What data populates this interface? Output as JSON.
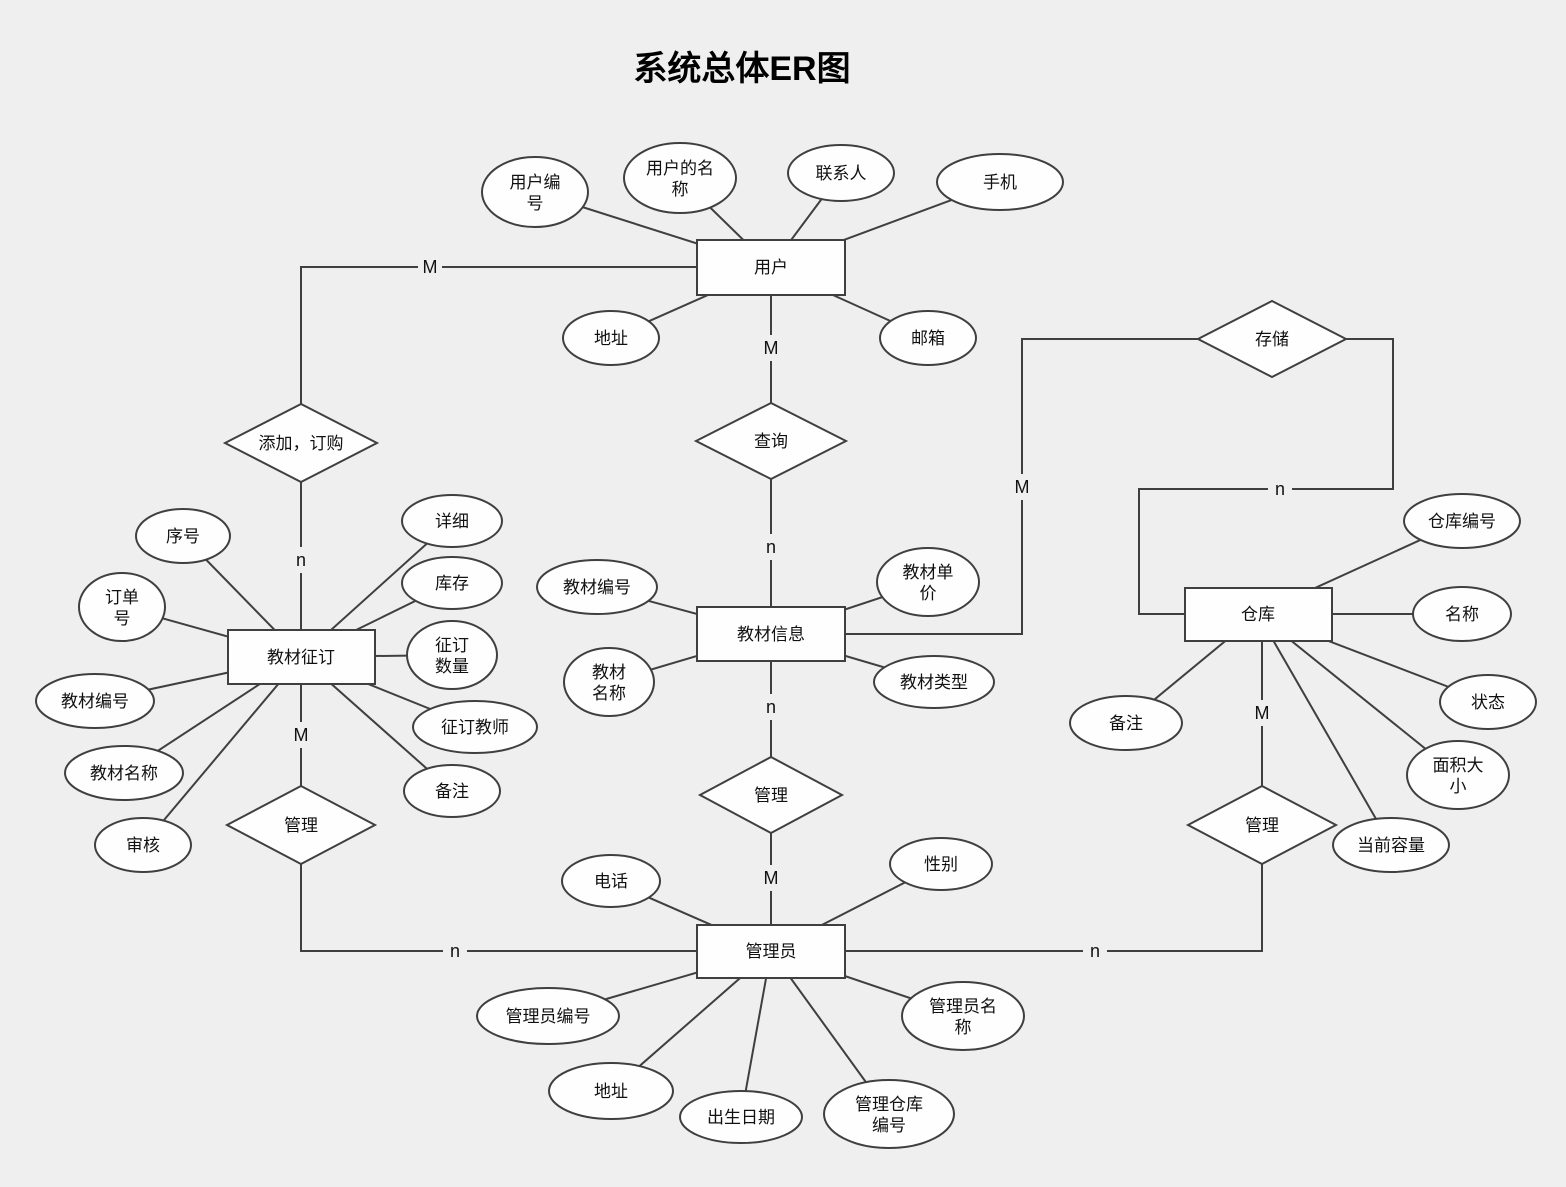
{
  "title": "系统总体ER图",
  "entities": {
    "user": "用户",
    "textbook_order": "教材征订",
    "textbook_info": "教材信息",
    "warehouse": "仓库",
    "admin": "管理员"
  },
  "relationships": {
    "add_order": "添加，订购",
    "query": "查询",
    "store": "存储",
    "manage_left": "管理",
    "manage_center": "管理",
    "manage_right": "管理"
  },
  "attributes": {
    "user_no": {
      "lines": [
        "用户编",
        "号"
      ]
    },
    "user_name": {
      "lines": [
        "用户的名",
        "称"
      ]
    },
    "contact": {
      "lines": [
        "联系人"
      ]
    },
    "mobile": {
      "lines": [
        "手机"
      ]
    },
    "user_address": {
      "lines": [
        "地址"
      ]
    },
    "email": {
      "lines": [
        "邮箱"
      ]
    },
    "serial_no": {
      "lines": [
        "序号"
      ]
    },
    "order_no": {
      "lines": [
        "订单",
        "号"
      ]
    },
    "order_textbook_no": {
      "lines": [
        "教材编号"
      ]
    },
    "order_textbook_name": {
      "lines": [
        "教材名称"
      ]
    },
    "audit": {
      "lines": [
        "审核"
      ]
    },
    "detail": {
      "lines": [
        "详细"
      ]
    },
    "stock": {
      "lines": [
        "库存"
      ]
    },
    "order_quantity": {
      "lines": [
        "征订",
        "数量"
      ]
    },
    "order_teacher": {
      "lines": [
        "征订教师"
      ]
    },
    "order_remark": {
      "lines": [
        "备注"
      ]
    },
    "info_textbook_no": {
      "lines": [
        "教材编号"
      ]
    },
    "info_textbook_name": {
      "lines": [
        "教材",
        "名称"
      ]
    },
    "textbook_price": {
      "lines": [
        "教材单",
        "价"
      ]
    },
    "textbook_type": {
      "lines": [
        "教材类型"
      ]
    },
    "warehouse_no": {
      "lines": [
        "仓库编号"
      ]
    },
    "warehouse_name": {
      "lines": [
        "名称"
      ]
    },
    "warehouse_status": {
      "lines": [
        "状态"
      ]
    },
    "warehouse_area": {
      "lines": [
        "面积大",
        "小"
      ]
    },
    "warehouse_capacity": {
      "lines": [
        "当前容量"
      ]
    },
    "warehouse_remark": {
      "lines": [
        "备注"
      ]
    },
    "phone": {
      "lines": [
        "电话"
      ]
    },
    "gender": {
      "lines": [
        "性别"
      ]
    },
    "admin_no": {
      "lines": [
        "管理员编号"
      ]
    },
    "admin_address": {
      "lines": [
        "地址"
      ]
    },
    "birth_date": {
      "lines": [
        "出生日期"
      ]
    },
    "managed_warehouse_no": {
      "lines": [
        "管理仓库",
        "编号"
      ]
    },
    "admin_name": {
      "lines": [
        "管理员名",
        "称"
      ]
    }
  },
  "cardinality_labels": {
    "user_add_order": "M",
    "add_order_textbook_order": "n",
    "user_query": "M",
    "query_textbook_info": "n",
    "textbook_info_store": "M",
    "store_warehouse": "n",
    "textbook_info_manage": "n",
    "manage_center_admin": "M",
    "textbook_order_manage": "M",
    "manage_left_admin": "n",
    "admin_manage_right": "n",
    "manage_right_warehouse": "M"
  },
  "colors": {
    "background": "#efefef",
    "shape_fill": "#fefefe",
    "stroke": "#3f3f3f",
    "text": "#111111"
  }
}
